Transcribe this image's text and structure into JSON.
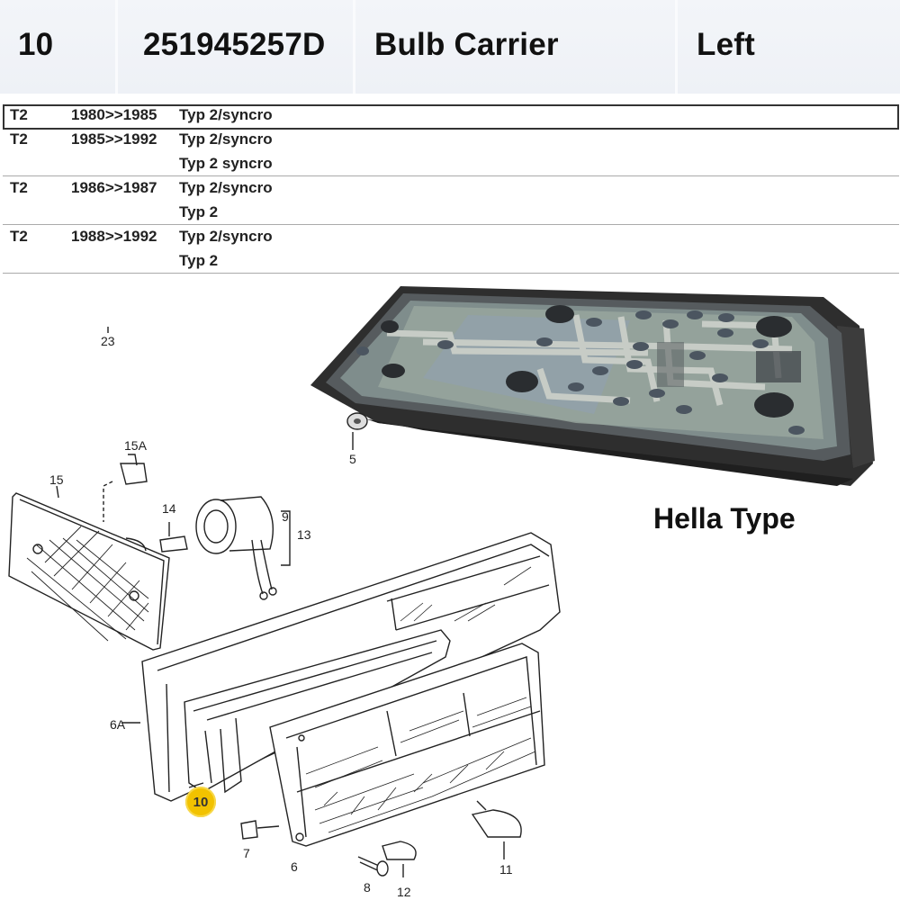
{
  "header": {
    "position": "10",
    "part_number": "251945257D",
    "description": "Bulb Carrier",
    "side": "Left"
  },
  "applications": [
    {
      "model": "T2",
      "years": "1980>>1985",
      "types": [
        "Typ 2/syncro"
      ],
      "selected": true
    },
    {
      "model": "T2",
      "years": "1985>>1992",
      "types": [
        "Typ 2/syncro",
        "Typ 2 syncro"
      ],
      "selected": false
    },
    {
      "model": "T2",
      "years": "1986>>1987",
      "types": [
        "Typ 2/syncro",
        "Typ 2"
      ],
      "selected": false
    },
    {
      "model": "T2",
      "years": "1988>>1992",
      "types": [
        "Typ 2/syncro",
        "Typ 2"
      ],
      "selected": false
    }
  ],
  "photo_caption": "Hella Type",
  "diagram_labels": {
    "l23": "23",
    "l5": "5",
    "l15A": "15A",
    "l15": "15",
    "l14": "14",
    "l9": "9",
    "l13": "13",
    "l6A": "6A",
    "l10": "10",
    "l7": "7",
    "l6": "6",
    "l8": "8",
    "l11": "11",
    "l12": "12"
  },
  "highlight_color": "#f2c200"
}
